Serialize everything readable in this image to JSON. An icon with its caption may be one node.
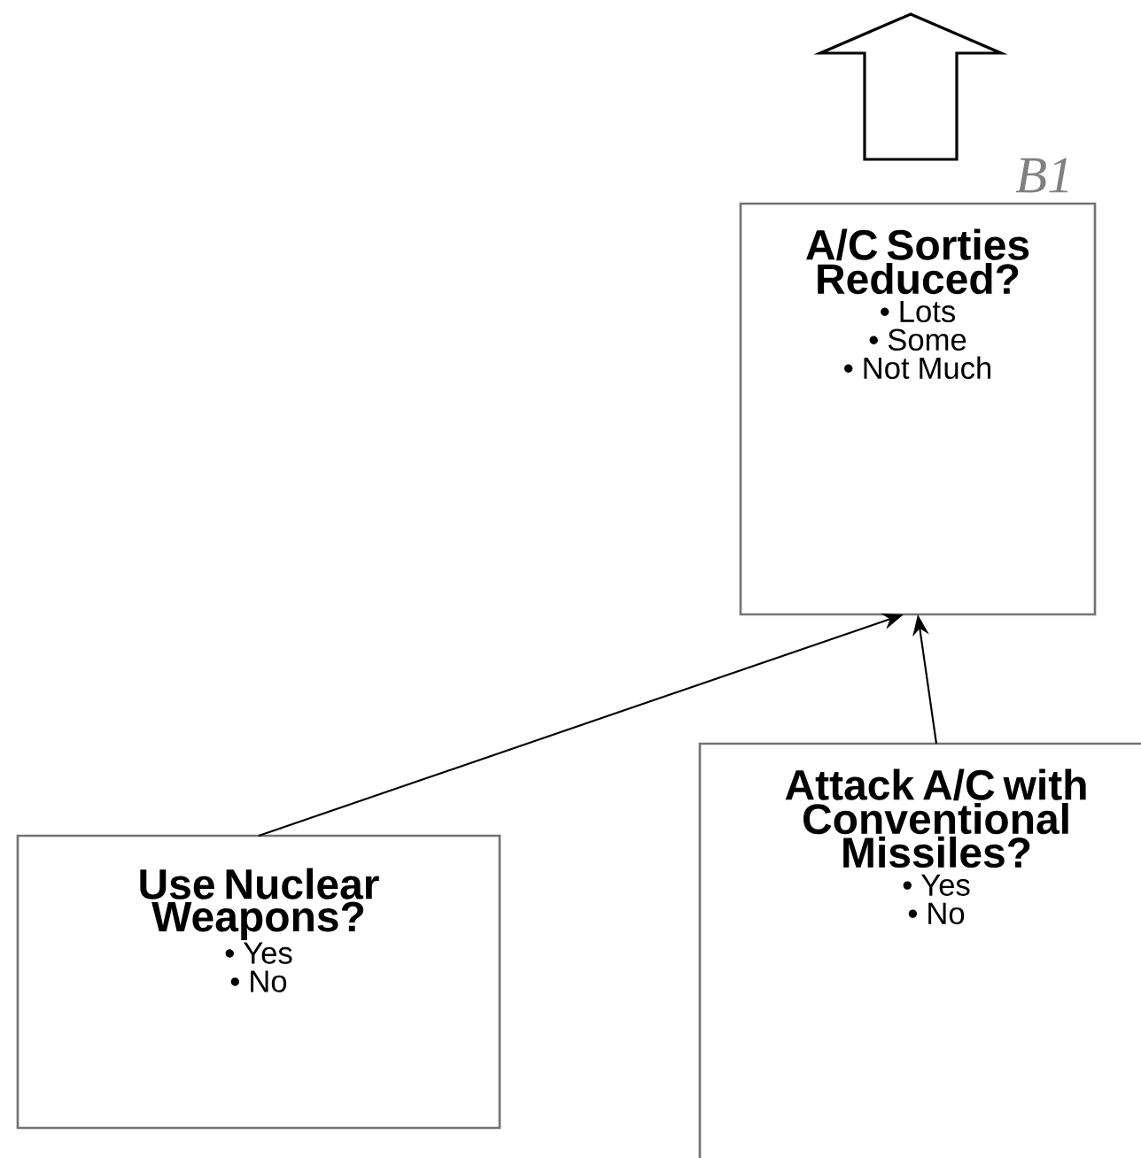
{
  "diagram": {
    "nodes": [
      {
        "text": [
          "A/C Sorties Reduced?",
          "• Lots",
          "• Some",
          "• Not Much"
        ],
        "beside": [
          "B1"
        ]
      },
      {
        "text": [
          "Use Nuclear Weapons?",
          "• Yes",
          "• No"
        ]
      },
      {
        "text": [
          "Attack A/C with Conventional Missiles?",
          "• Yes",
          "• No"
        ]
      }
    ],
    "edges": [
      {
        "from": 1,
        "to": 0,
        "arrow": "to"
      },
      {
        "from": 2,
        "to": 0,
        "arrow": "to"
      },
      {
        "from": 0,
        "to": null,
        "arrow": "to",
        "style": "thick"
      }
    ]
  }
}
